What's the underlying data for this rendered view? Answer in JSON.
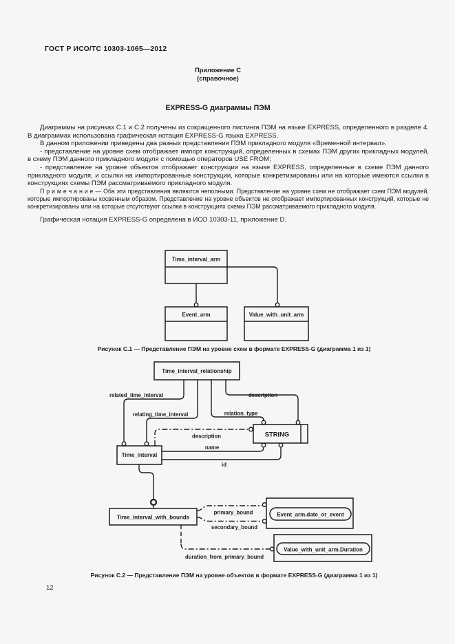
{
  "page": {
    "header": "ГОСТ Р ИСО/ТС 10303-1065—2012",
    "annex_label": "Приложение С",
    "annex_kind": "(справочное)",
    "title": "EXPRESS-G диаграммы ПЭМ",
    "page_number": "12"
  },
  "body": {
    "p1": "Диаграммы на рисунках С.1 и С.2 получены из сокращенного листинга ПЭМ на языке EXPRESS, определенного в разделе 4. В диаграммах использована графическая нотация EXPRESS-G языка EXPRESS.",
    "p2": "В данном приложении приведены два разных представления ПЭМ прикладного модуля «Временной интервал».",
    "b1": "- представление на уровне схем отображает импорт конструкций, определенных в схемах ПЭМ других прикладных модулей, в схему ПЭМ данного прикладного модуля с помощью операторов USE FROM;",
    "b2": "- представление на уровне объектов отображает конструкции на языке EXPRESS, определенные в схеме ПЭМ данного прикладного модуля, и ссылки на импортированные конструкции, которые конкретизированы или на которые имеются ссылки в конструкциях схемы ПЭМ рассматриваемого прикладного модуля.",
    "note": "П р и м е ч а н и е — Оба эти представления являются неполными. Представление на уровне схем не отображает схем ПЭМ модулей, которые импортированы косвенным образом. Представление на уровне объектов не отображает импортированных конструкций, которые не конкретизированы или на которые отсутствуют ссылки в конструкциях схемы ПЭМ рассматриваемого прикладного модуля.",
    "p3": "Графическая нотация EXPRESS-G определена в ИСО 10303-11, приложение D."
  },
  "figure_c1": {
    "caption": "Рисунок С.1 — Представление ПЭМ на уровне схем в формате EXPRESS-G (диаграмма 1 из 1)",
    "nodes": {
      "time_interval_arm": "Time_interval_arm",
      "event_arm": "Event_arm",
      "value_with_unit_arm": "Value_with_unit_arm"
    }
  },
  "figure_c2": {
    "caption": "Рисунок С.2 — Представление ПЭМ на уровне объектов в формате EXPRESS-G (диаграмма 1 из 1)",
    "nodes": {
      "time_interval_relationship": "Time_interval_relationship",
      "string_type": "STRING",
      "time_interval": "Time_interval",
      "time_interval_with_bounds": "Time_interval_with_bounds",
      "event_arm_date_or_event": "Event_arm.date_or_event",
      "value_with_unit_arm_duration": "Value_with_unit_arm.Duration"
    },
    "edge_labels": {
      "related_time_interval": "related_time_interval",
      "relating_time_interval": "relating_time_interval",
      "relation_type": "relation_type",
      "description_rel": "description",
      "description_ti": "description",
      "name": "name",
      "id": "id",
      "primary_bound": "primary_bound",
      "secondary_bound": "secondary_bound",
      "duration_from_primary_bound": "duration_from_primary_bound"
    }
  },
  "colors": {
    "ink": "#1b1b1b",
    "paper": "#f6f6f4"
  }
}
